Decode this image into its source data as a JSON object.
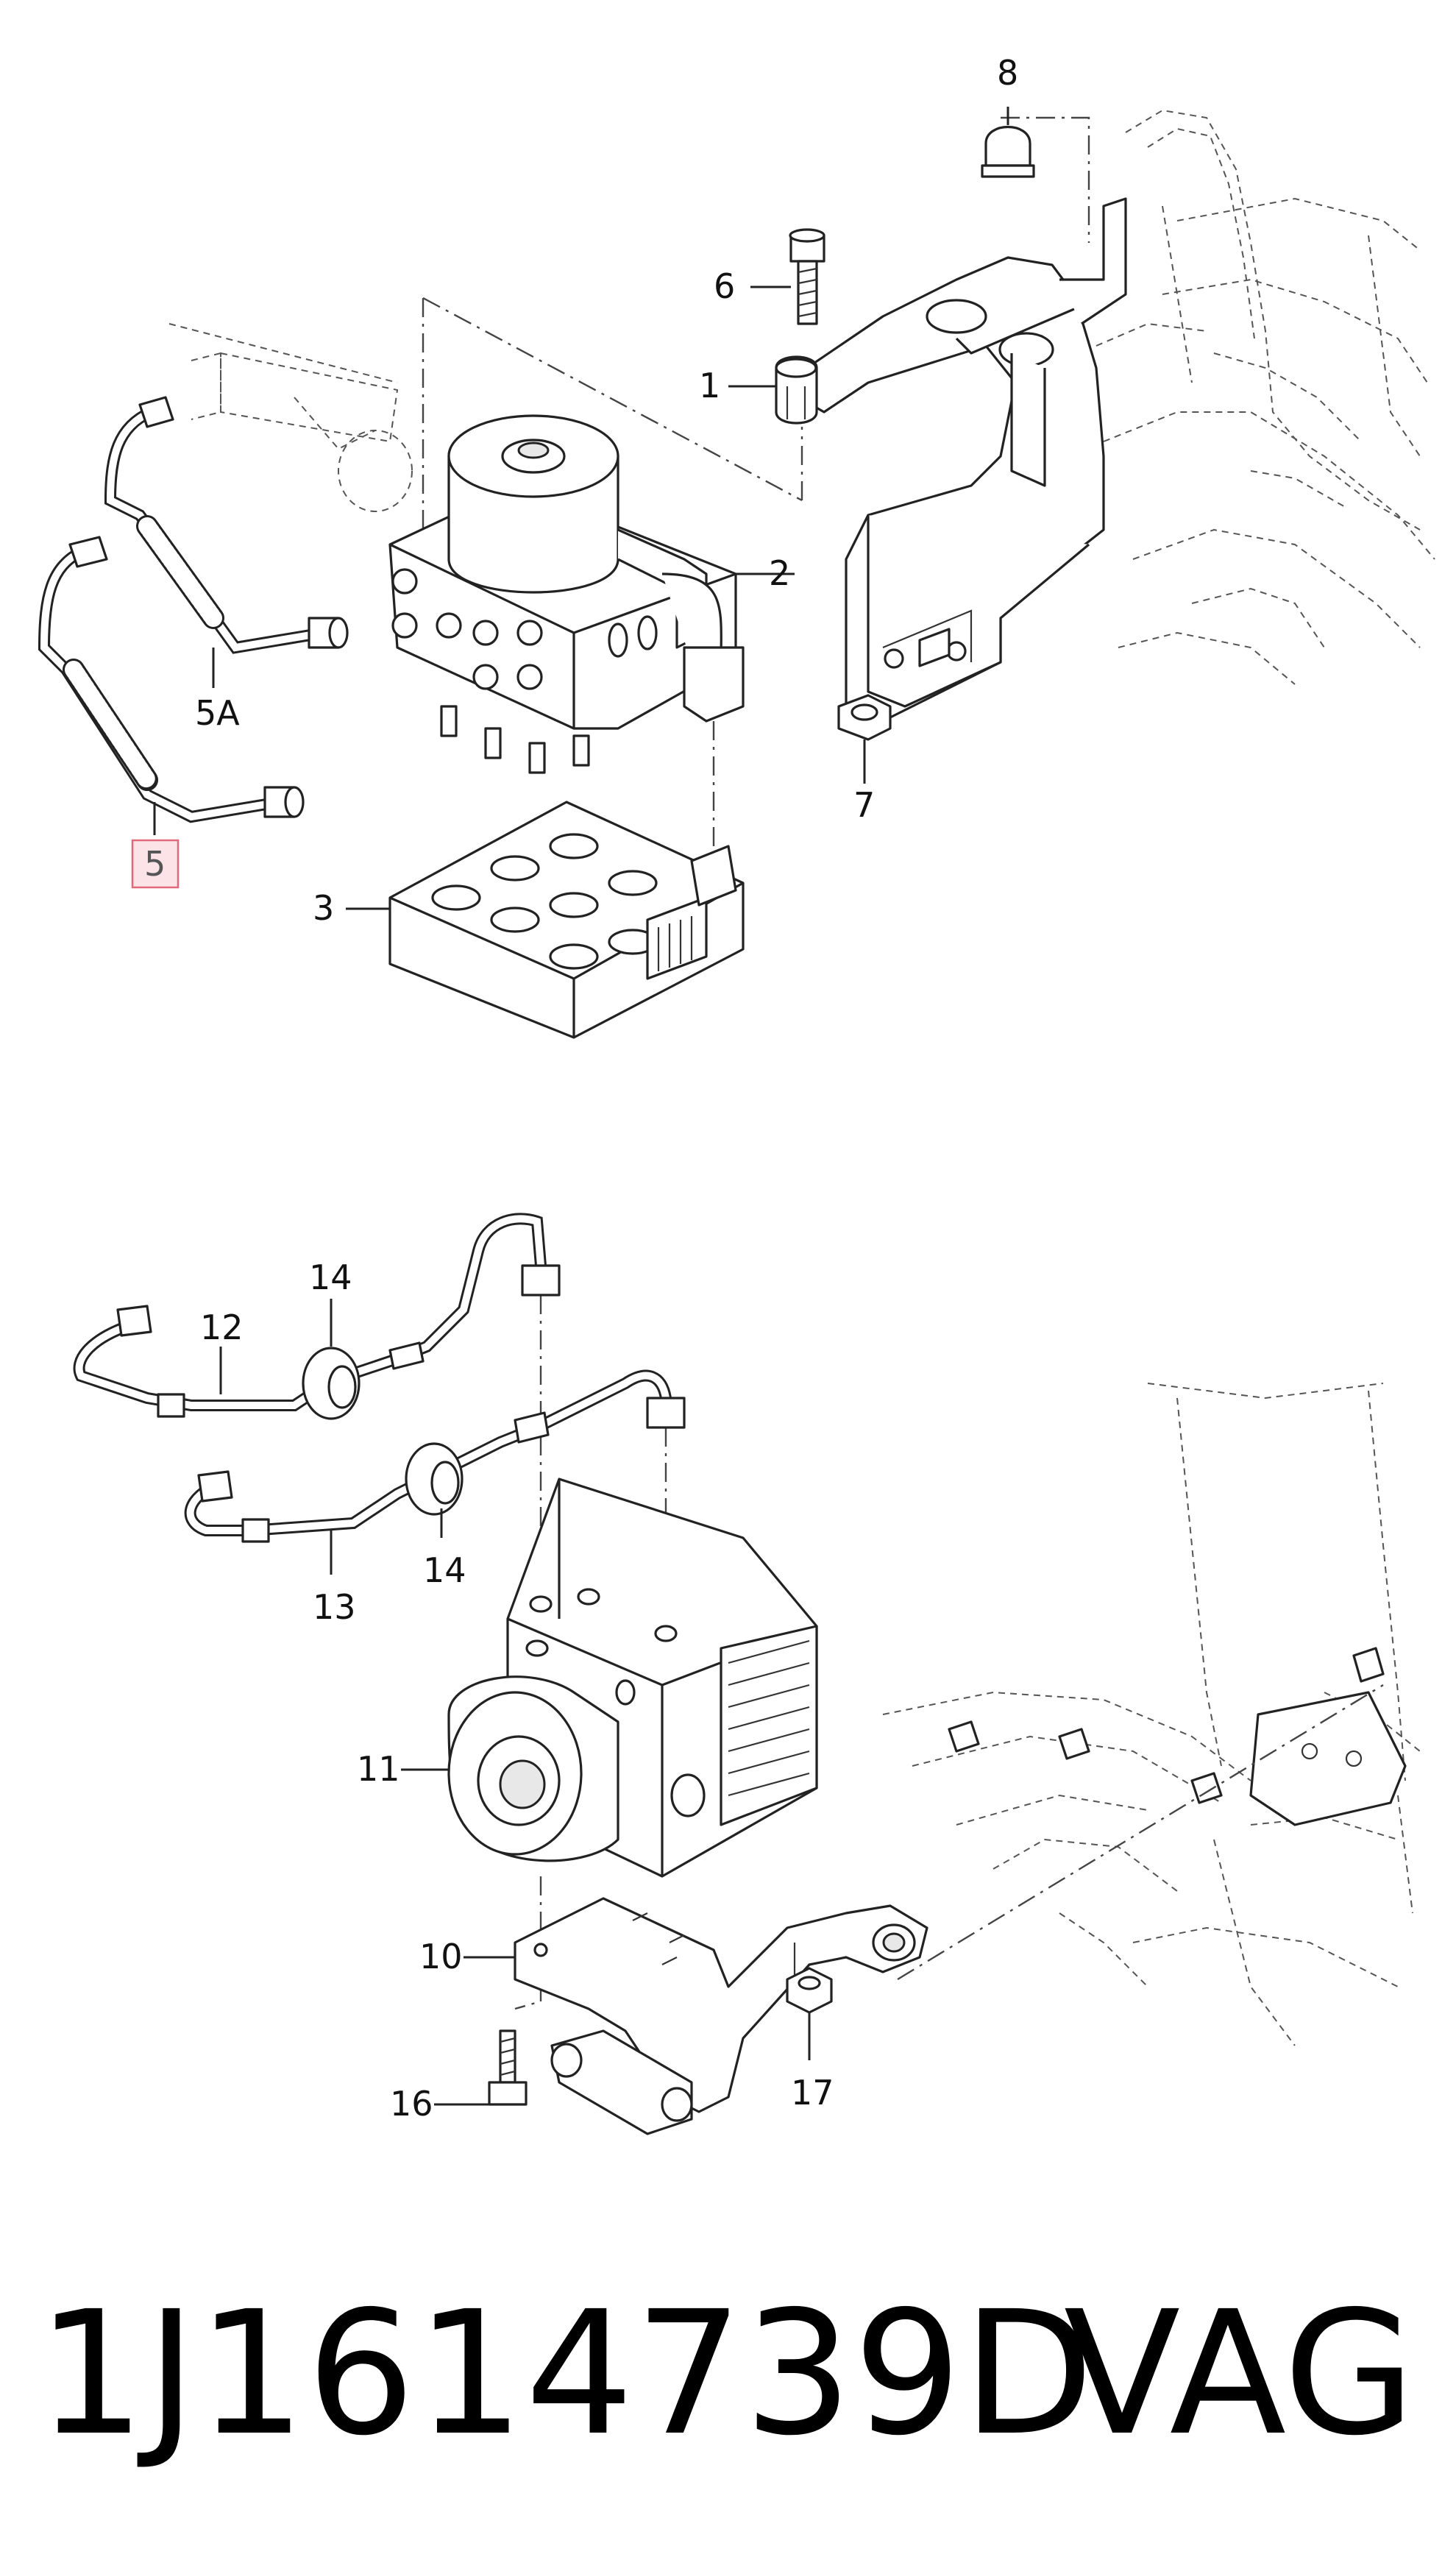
{
  "footer": {
    "part_number": "1J1614739D",
    "brand": "VAG"
  },
  "callouts": {
    "c1": "1",
    "c2": "2",
    "c3": "3",
    "c5": "5",
    "c5a": "5A",
    "c6": "6",
    "c7": "7",
    "c8": "8",
    "c10": "10",
    "c11": "11",
    "c12": "12",
    "c13": "13",
    "c14a": "14",
    "c14b": "14",
    "c16": "16",
    "c17": "17"
  },
  "highlight": {
    "callout_key": "c5",
    "color": "#e0697a",
    "fill": "#fbe3e7"
  }
}
